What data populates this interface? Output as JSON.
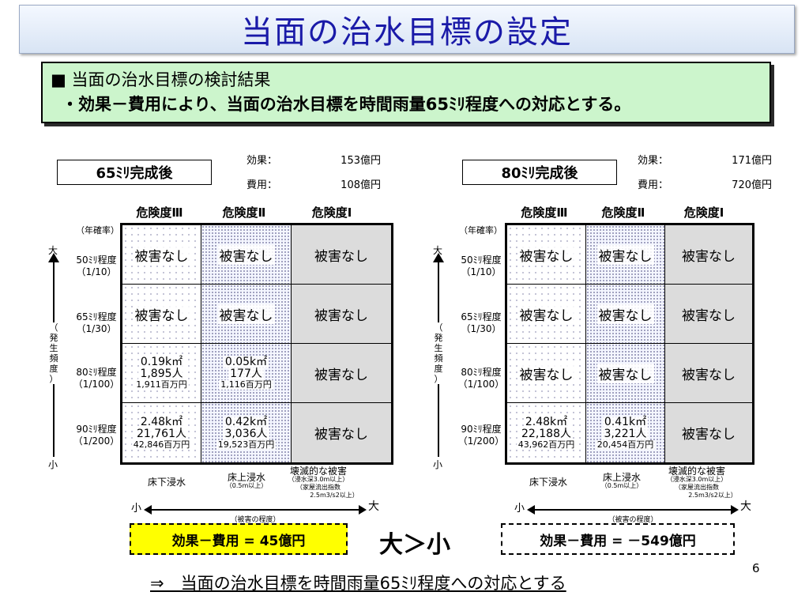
{
  "title": "当面の治水目標の設定",
  "summary": {
    "heading": "■ 当面の治水目標の検討結果",
    "line": "・効果－費用により、当面の治水目標を時間雨量65ﾐﾘ程度への対応とする。"
  },
  "headers": [
    "危険度Ⅲ",
    "危険度Ⅱ",
    "危険度Ⅰ"
  ],
  "rate_label": "（年確率）",
  "axis": {
    "big": "大",
    "small": "小",
    "vertical": [
      "（",
      "発",
      "生",
      "頻",
      "度",
      "）"
    ]
  },
  "row_labels": [
    {
      "name": "50ﾐﾘ程度",
      "freq": "（1/10）"
    },
    {
      "name": "65ﾐﾘ程度",
      "freq": "（1/30）"
    },
    {
      "name": "80ﾐﾘ程度",
      "freq": "（1/100）"
    },
    {
      "name": "90ﾐﾘ程度",
      "freq": "（1/200）"
    }
  ],
  "damage": {
    "c1": "床下浸水",
    "c2": "床上浸水",
    "c2_sub": "（0.5m以上）",
    "c3": "壊滅的な被害",
    "c3_sub1": "（浸水深3.0m以上）",
    "c3_sub2": "（家屋流出指数",
    "c3_sub3": "2.5m3/s2以上）"
  },
  "severity": {
    "small": "小",
    "large": "大",
    "caption": "（被害の程度）"
  },
  "no_damage": "被害なし",
  "left": {
    "scenario": "65ﾐﾘ完成後",
    "benefit_label": "効果：",
    "benefit_value": "153億円",
    "cost_label": "費用：",
    "cost_value": "108億円",
    "cells": {
      "r3c1": [
        "0.19k㎡",
        "1,895人",
        "1,911百万円"
      ],
      "r3c2": [
        "0.05k㎡",
        "177人",
        "1,116百万円"
      ],
      "r4c1": [
        "2.48k㎡",
        "21,761人",
        "42,846百万円"
      ],
      "r4c2": [
        "0.42k㎡",
        "3,036人",
        "19,523百万円"
      ]
    },
    "result": "効果－費用 = 45億円"
  },
  "right": {
    "scenario": "80ﾐﾘ完成後",
    "benefit_label": "効果：",
    "benefit_value": "171億円",
    "cost_label": "費用：",
    "cost_value": "720億円",
    "cells": {
      "r4c1": [
        "2.48k㎡",
        "22,188人",
        "43,962百万円"
      ],
      "r4c2": [
        "0.41k㎡",
        "3,221人",
        "20,454百万円"
      ]
    },
    "result": "効果－費用 = －549億円"
  },
  "compare": "大＞小",
  "page_number": "6",
  "conclusion": "⇒　当面の治水目標を時間雨量65ﾐﾘ程度への対応とする",
  "colors": {
    "title": "#1a1aa8",
    "summary_bg": "#ccf5cc",
    "highlight": "#ffff00",
    "grey_cell": "#dcdcdc"
  }
}
